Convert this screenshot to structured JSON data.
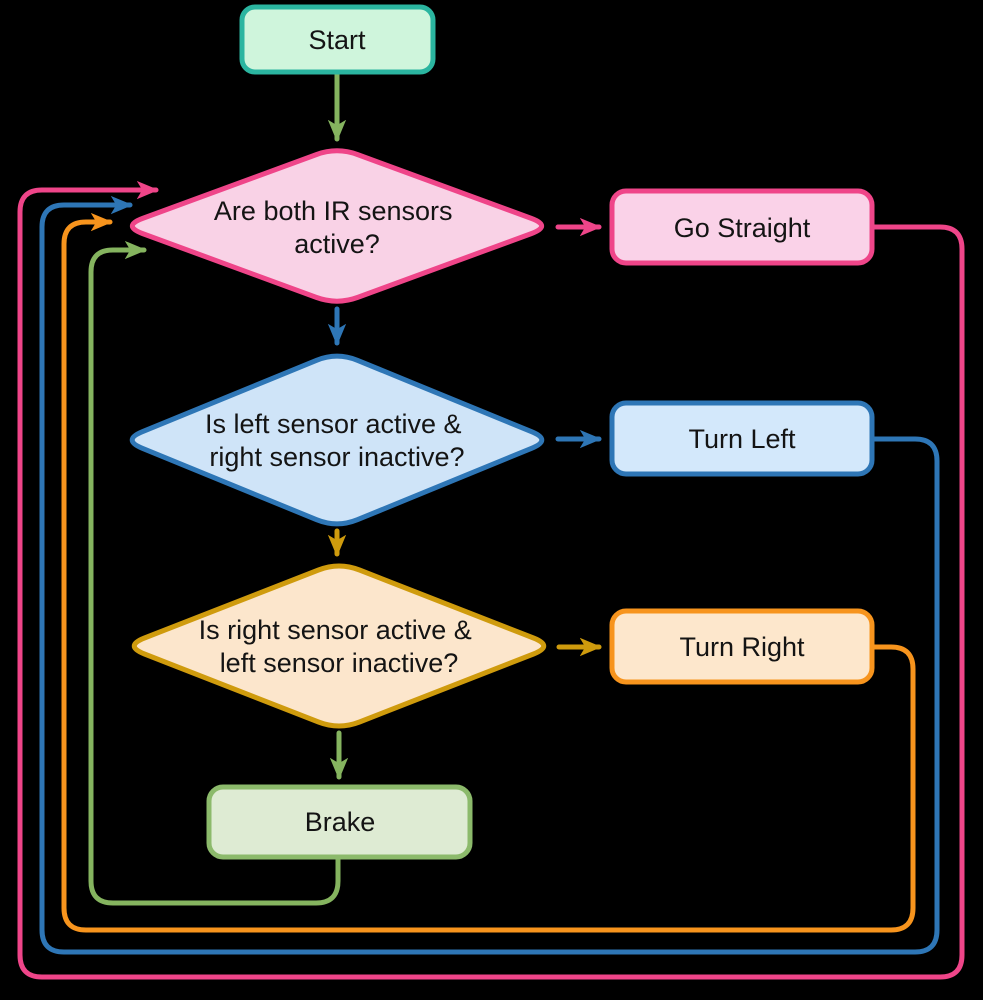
{
  "diagram": {
    "type": "flowchart",
    "background": "#000000",
    "text_color": "#141414",
    "nodes": {
      "start": {
        "label": "Start",
        "fill": "#CFF5DC",
        "stroke": "#2BB5A0"
      },
      "decision_both": {
        "line1": "Are both IR sensors",
        "line2": "active?",
        "fill": "#F9D2E6",
        "stroke": "#EF4589"
      },
      "go_straight": {
        "label": "Go Straight",
        "fill": "#FAD2E8",
        "stroke": "#EF4589"
      },
      "decision_left": {
        "line1": "Is left sensor active &",
        "line2": "right sensor inactive?",
        "fill": "#CFE4F8",
        "stroke": "#2E76B6"
      },
      "turn_left": {
        "label": "Turn Left",
        "fill": "#D3E8FB",
        "stroke": "#2E76B6"
      },
      "decision_right": {
        "line1": "Is right sensor active &",
        "line2": "left sensor inactive?",
        "fill": "#FCE6CC",
        "stroke": "#CF9B0D"
      },
      "turn_right": {
        "label": "Turn Right",
        "fill": "#FDE7CC",
        "stroke": "#F7941D"
      },
      "brake": {
        "label": "Brake",
        "fill": "#DEEBD3",
        "stroke": "#8CBA6B"
      }
    },
    "connectors": {
      "green": "#85B45F",
      "pink": "#EF4589",
      "blue": "#2E76B6",
      "gold": "#CF9B0D",
      "orange": "#F7941D"
    }
  }
}
